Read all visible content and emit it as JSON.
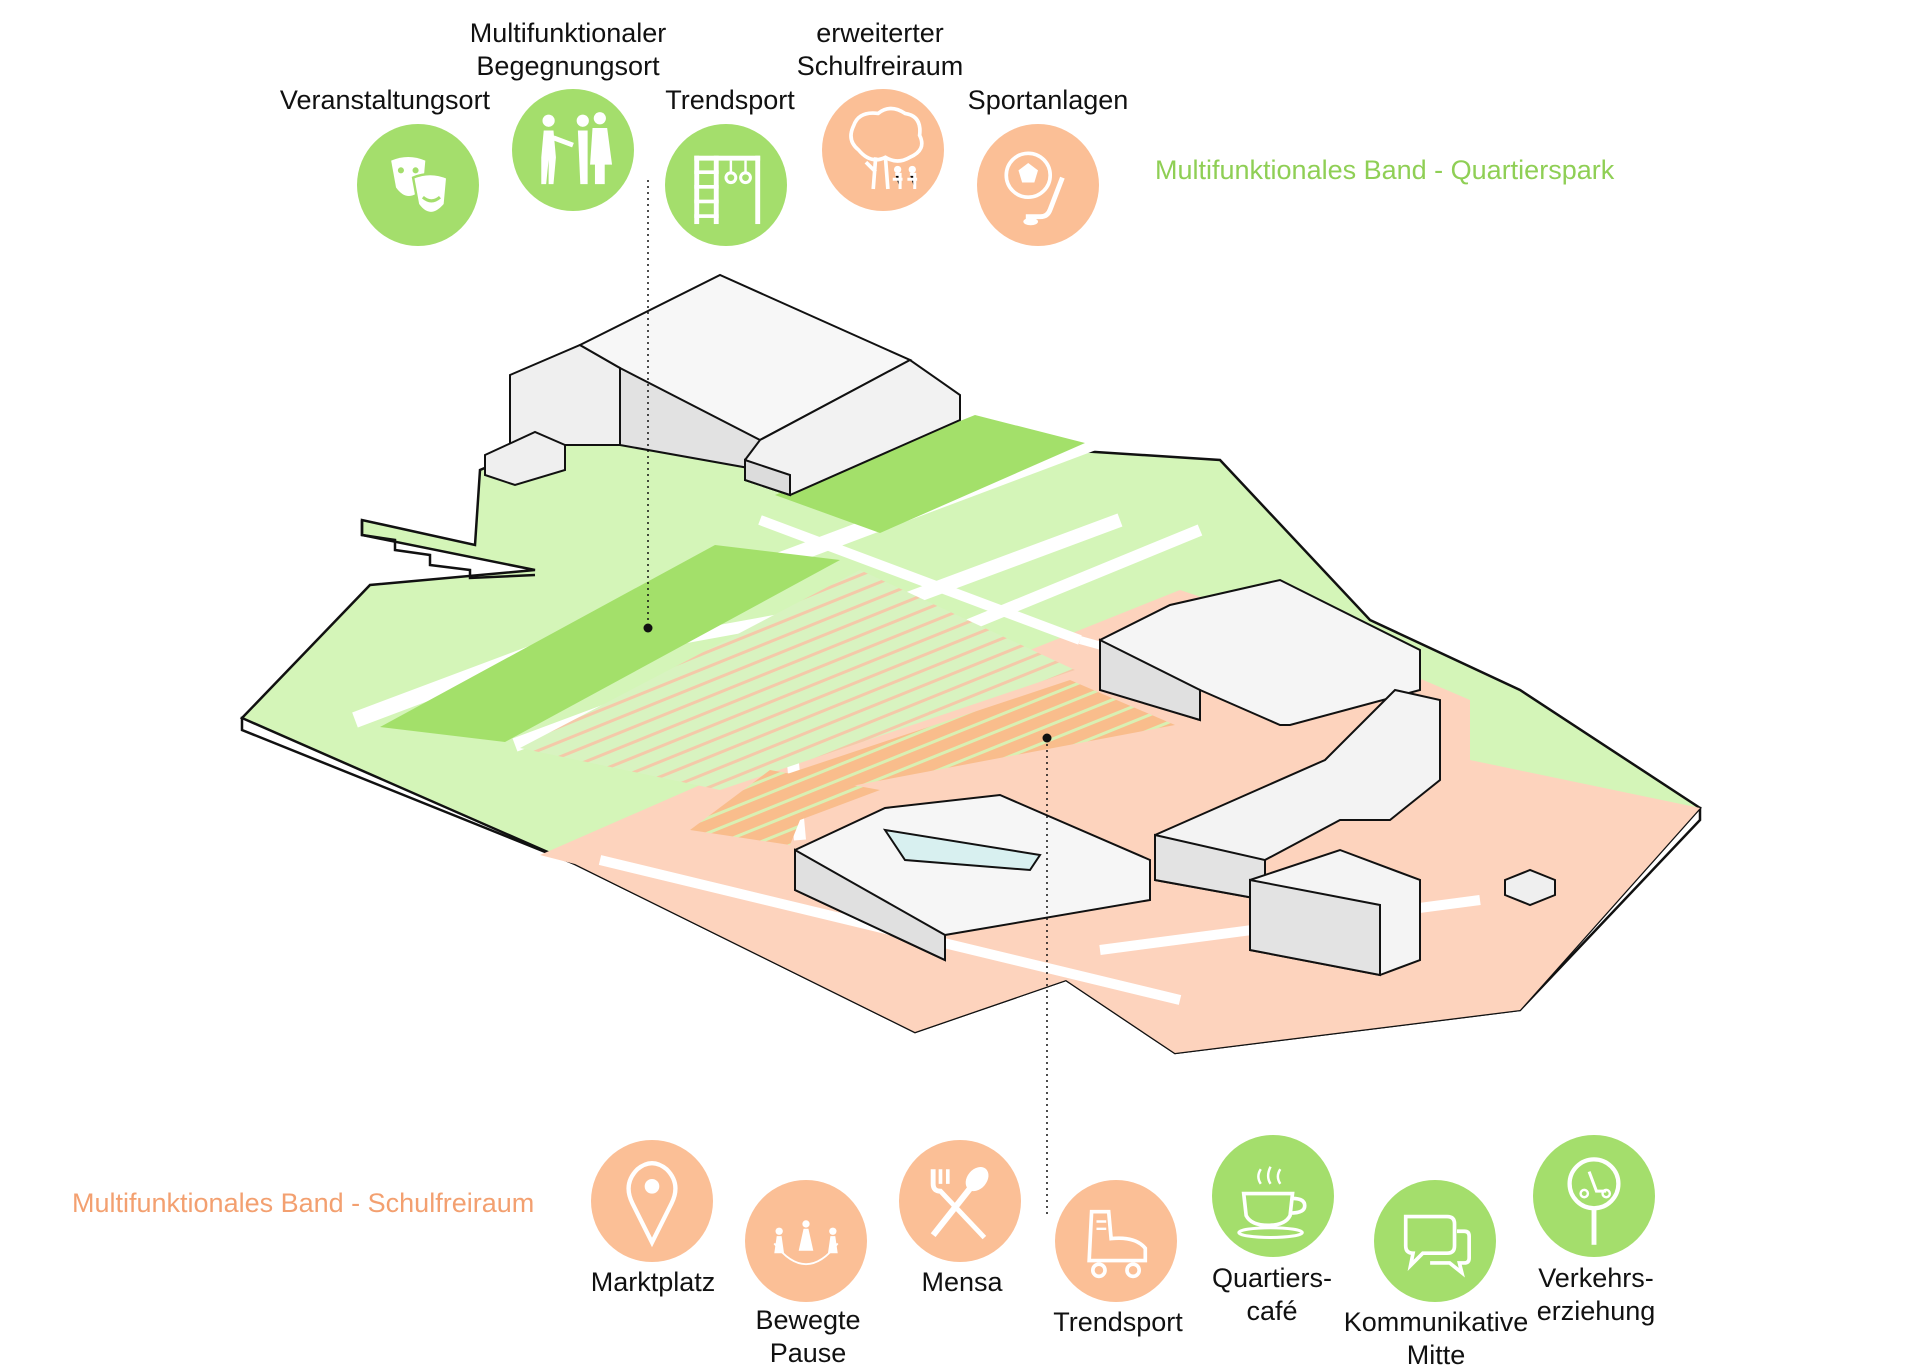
{
  "colors": {
    "green": "#a4de6c",
    "green_light": "#d4f5b8",
    "green_mid": "#a3e06a",
    "orange": "#fbbf96",
    "orange_light": "#fdd3bd",
    "orange_mid": "#f7c18d",
    "building": "#e9e9e9",
    "text_green": "#8fcf55",
    "text_orange": "#f3a070"
  },
  "park_band": {
    "title": "Multifunktionales Band - Quartierspark",
    "items": [
      {
        "lines": [
          "Veranstaltungsort"
        ],
        "icon": "theater-masks-icon",
        "color": "green"
      },
      {
        "lines": [
          "Multifunktionaler",
          "Begegnungsort"
        ],
        "icon": "people-meeting-icon",
        "color": "green"
      },
      {
        "lines": [
          "Trendsport"
        ],
        "icon": "gym-rings-icon",
        "color": "green"
      },
      {
        "lines": [
          "erweiterter",
          "Schulfreiraum"
        ],
        "icon": "tree-children-icon",
        "color": "orange"
      },
      {
        "lines": [
          "Sportanlagen"
        ],
        "icon": "ball-hockey-icon",
        "color": "orange"
      }
    ]
  },
  "school_band": {
    "title": "Multifunktionales Band - Schulfreiraum",
    "items": [
      {
        "lines": [
          "Marktplatz"
        ],
        "icon": "location-pin-icon",
        "color": "orange"
      },
      {
        "lines": [
          "Bewegte",
          "Pause"
        ],
        "icon": "jump-rope-icon",
        "color": "orange"
      },
      {
        "lines": [
          "Mensa"
        ],
        "icon": "fork-spoon-icon",
        "color": "orange"
      },
      {
        "lines": [
          "Trendsport"
        ],
        "icon": "roller-skate-icon",
        "color": "orange"
      },
      {
        "lines": [
          "Quartiers-",
          "café"
        ],
        "icon": "coffee-cup-icon",
        "color": "green"
      },
      {
        "lines": [
          "Kommunikative",
          "Mitte"
        ],
        "icon": "speech-bubbles-icon",
        "color": "green"
      },
      {
        "lines": [
          "Verkehrs-",
          "erziehung"
        ],
        "icon": "scooter-sign-icon",
        "color": "green"
      }
    ]
  }
}
